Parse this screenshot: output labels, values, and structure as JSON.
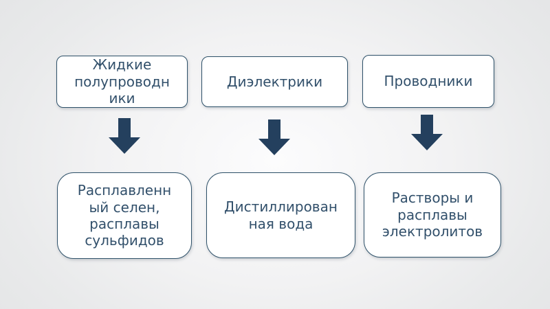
{
  "slide": {
    "colors": {
      "background_center": "#fcfcfd",
      "background_edge": "#e3e4e5",
      "box_fill": "#ffffff",
      "box_border": "#2d5068",
      "text": "#32506b",
      "arrow": "#24405e"
    },
    "columns": [
      {
        "id": "liquid-semiconductors",
        "top_label": "Жидкие\nполупроводн\nики",
        "bottom_label": "Расплавленн\nый селен,\nрасплавы\nсульфидов",
        "arrow_icon": "down-arrow"
      },
      {
        "id": "dielectrics",
        "top_label": "Диэлектрики",
        "bottom_label": "Дистиллирован\nная вода",
        "arrow_icon": "down-arrow"
      },
      {
        "id": "conductors",
        "top_label": "Проводники",
        "bottom_label": "Растворы и\nрасплавы\nэлектролитов",
        "arrow_icon": "down-arrow"
      }
    ]
  }
}
